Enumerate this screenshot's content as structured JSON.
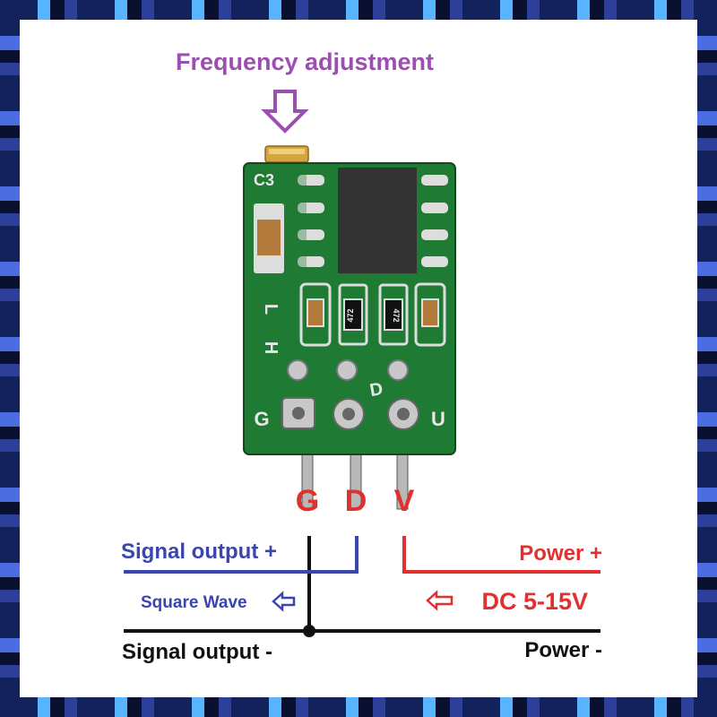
{
  "title": "Frequency adjustment",
  "board": {
    "silkscreen": {
      "c3": "C3",
      "l": "L",
      "h": "H",
      "g": "G",
      "d": "D",
      "v": "U"
    },
    "resistor_left": "472",
    "resistor_right": "472"
  },
  "pins": {
    "g": "G",
    "d": "D",
    "v": "V"
  },
  "labels": {
    "signal_out_plus": "Signal output +",
    "square_wave": "Square Wave",
    "signal_out_minus": "Signal output -",
    "power_plus": "Power +",
    "dc_range": "DC 5-15V",
    "power_minus": "Power -"
  },
  "colors": {
    "title_purple": "#9b4fb0",
    "pcb_green": "#1f7a34",
    "pin_red": "#e03030",
    "signal_blue": "#3a45b0",
    "wire_black": "#111111"
  }
}
